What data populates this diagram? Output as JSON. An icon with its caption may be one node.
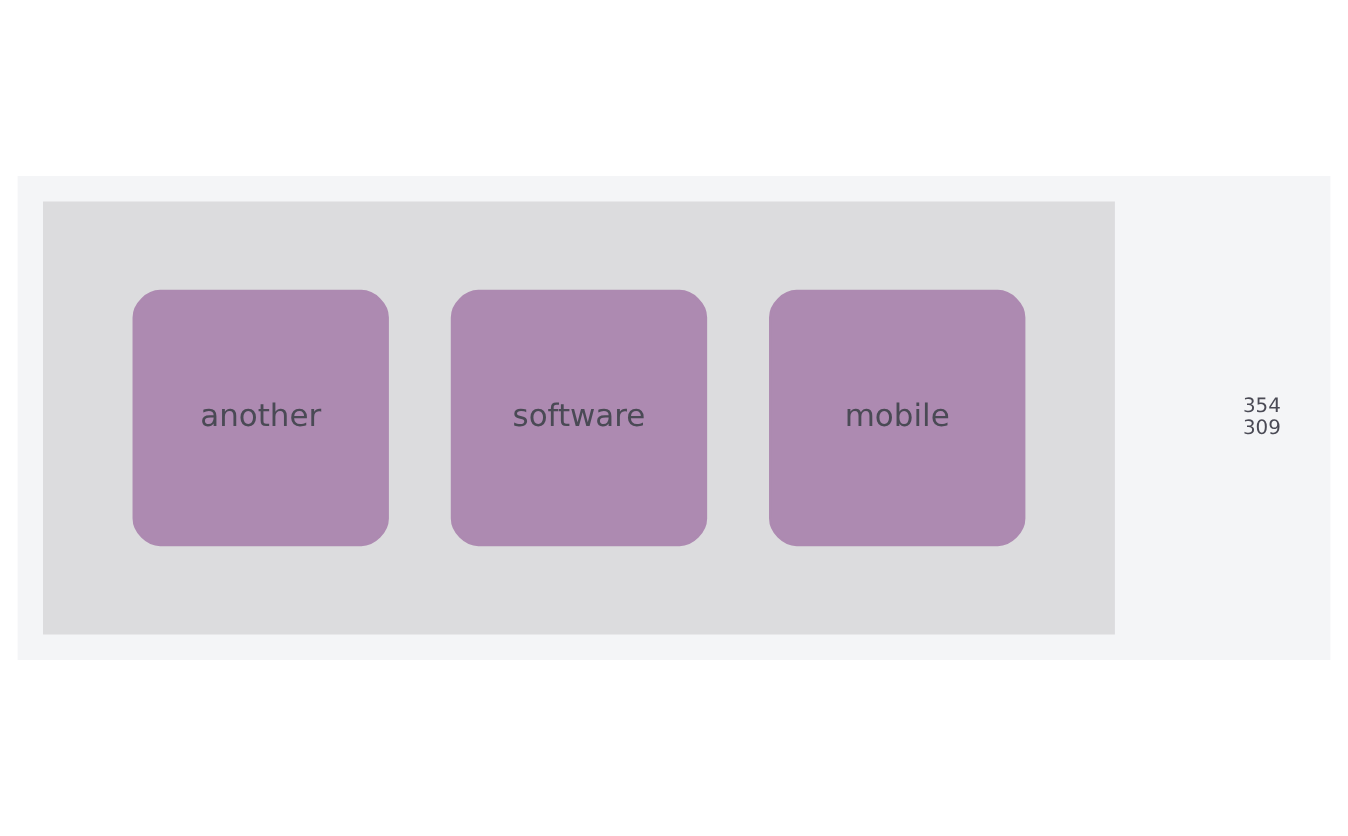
{
  "diagram": {
    "nodes": [
      {
        "text": [],
        "shape": "box"
      },
      {
        "text": [
          "mobile"
        ],
        "in": 0
      },
      {
        "text": [
          "software"
        ],
        "in": 0
      },
      {
        "text": [
          "another"
        ],
        "in": 0
      }
    ],
    "edges": [],
    "labels": [
      "354 309"
    ]
  }
}
